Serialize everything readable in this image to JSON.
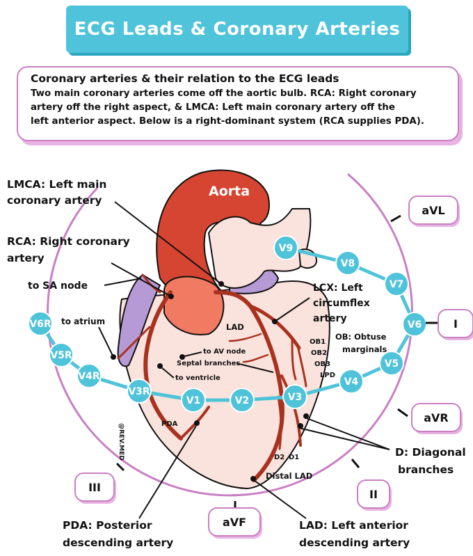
{
  "title": "ECG Leads & Coronary Arteries",
  "intro": {
    "heading": "Coronary arteries & their relation to the ECG leads",
    "line1": "Two main coronary arteries come off the aortic bulb. RCA: Right coronary",
    "line2": "artery off the right aspect, & LMCA: Left main coronary artery off the",
    "line3": "left anterior aspect. Below is a right-dominant system (RCA supplies PDA)."
  },
  "labels": {
    "aorta": "Aorta",
    "lmca_1": "LMCA: Left main",
    "lmca_2": "coronary artery",
    "rca_1": "RCA: Right coronary",
    "rca_2": "artery",
    "sa_node": "to SA node",
    "atrium": "to atrium",
    "lcx_1": "LCX: Left",
    "lcx_2": "circumflex",
    "lcx_3": "artery",
    "lad_small": "LAD",
    "ob_1": "OB: Obtuse",
    "ob_2": "marginals",
    "ob1": "OB1",
    "ob2": "OB2",
    "ob3": "OB3",
    "lpd": "LPD",
    "av_node": "to AV node",
    "septal": "Septal branches",
    "ventricle": "to ventricle",
    "pda": "PDA",
    "watermark": "@REV.MED",
    "d2": "D2",
    "d1": "D1",
    "distal_lad": "Distal LAD",
    "diag_1": "D: Diagonal",
    "diag_2": "branches",
    "pda_full_1": "PDA: Posterior",
    "pda_full_2": "descending artery",
    "lad_full_1": "LAD: Left anterior",
    "lad_full_2": "descending artery"
  },
  "precordial_leads": [
    "V6R",
    "V5R",
    "V4R",
    "V3R",
    "V1",
    "V2",
    "V3",
    "V4",
    "V5",
    "V6",
    "V7",
    "V8",
    "V9"
  ],
  "limb_leads": [
    "aVL",
    "I",
    "aVR",
    "II",
    "aVF",
    "III"
  ],
  "colors": {
    "banner": "#4fc3d9",
    "lead_blue": "#4fc3d9",
    "limb_purple": "#c97fc3",
    "aorta_red": "#d64532",
    "heart_pink": "#fbe3dd",
    "atrium_purple": "#b69ad6",
    "artery_red": "#a8321f"
  }
}
